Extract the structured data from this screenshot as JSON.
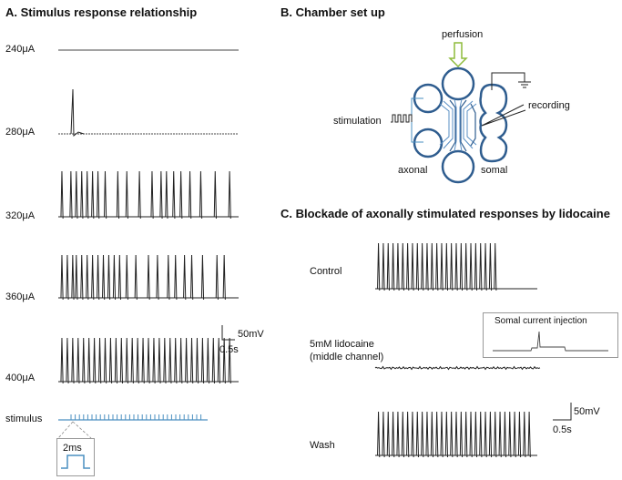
{
  "panel_a": {
    "title": "A. Stimulus response relationship",
    "rows": [
      {
        "label": "240μA",
        "spikes": []
      },
      {
        "label": "280μA",
        "spikes": [
          0.02
        ]
      },
      {
        "label": "320μA",
        "spikes": [
          0.02,
          0.07,
          0.1,
          0.13,
          0.16,
          0.19,
          0.22,
          0.26,
          0.33,
          0.38,
          0.45,
          0.52,
          0.57,
          0.6,
          0.64,
          0.68,
          0.73,
          0.79,
          0.87,
          0.95
        ]
      },
      {
        "label": "360μA",
        "spikes": [
          0.02,
          0.05,
          0.08,
          0.1,
          0.13,
          0.16,
          0.19,
          0.22,
          0.25,
          0.28,
          0.31,
          0.34,
          0.38,
          0.43,
          0.5,
          0.55,
          0.61,
          0.65,
          0.7,
          0.74,
          0.8,
          0.88,
          0.92
        ]
      },
      {
        "label": "400μA",
        "spikes": [
          0.02,
          0.05,
          0.08,
          0.11,
          0.14,
          0.17,
          0.2,
          0.23,
          0.26,
          0.29,
          0.32,
          0.35,
          0.38,
          0.41,
          0.44,
          0.47,
          0.5,
          0.53,
          0.56,
          0.59,
          0.62,
          0.65,
          0.68,
          0.71,
          0.74,
          0.77,
          0.8,
          0.83,
          0.86,
          0.89,
          0.92,
          0.95
        ]
      }
    ],
    "stimulus_label": "stimulus",
    "inset_label": "2ms",
    "scale_v": "50mV",
    "scale_t": "0.5s"
  },
  "panel_b": {
    "title": "B. Chamber set up",
    "perfusion": "perfusion",
    "recording": "recording",
    "stimulation": "stimulation",
    "axonal": "axonal",
    "somal": "somal"
  },
  "panel_c": {
    "title": "C. Blockade of axonally stimulated responses by lidocaine",
    "control_label": "Control",
    "lidocaine_label_1": "5mM lidocaine",
    "lidocaine_label_2": "(middle channel)",
    "wash_label": "Wash",
    "inset_label": "Somal current injection",
    "scale_v": "50mV",
    "scale_t": "0.5s",
    "control_spikes": [
      0.02,
      0.05,
      0.08,
      0.11,
      0.14,
      0.17,
      0.2,
      0.23,
      0.26,
      0.29,
      0.32,
      0.35,
      0.38,
      0.41,
      0.44,
      0.47,
      0.5,
      0.53,
      0.56,
      0.59,
      0.62,
      0.65,
      0.68,
      0.71,
      0.74
    ],
    "wash_spikes": [
      0.02,
      0.05,
      0.08,
      0.11,
      0.14,
      0.17,
      0.2,
      0.23,
      0.26,
      0.29,
      0.32,
      0.35,
      0.38,
      0.41,
      0.44,
      0.47,
      0.5,
      0.53,
      0.56,
      0.59,
      0.62,
      0.65,
      0.68,
      0.71,
      0.74,
      0.77,
      0.8,
      0.83,
      0.86,
      0.89,
      0.92,
      0.95
    ]
  },
  "colors": {
    "stimulus": "#4a8fc0",
    "chamber": "#2f5d8f",
    "perfusion_arrow": "#8dbb3a",
    "trace": "#222222"
  }
}
